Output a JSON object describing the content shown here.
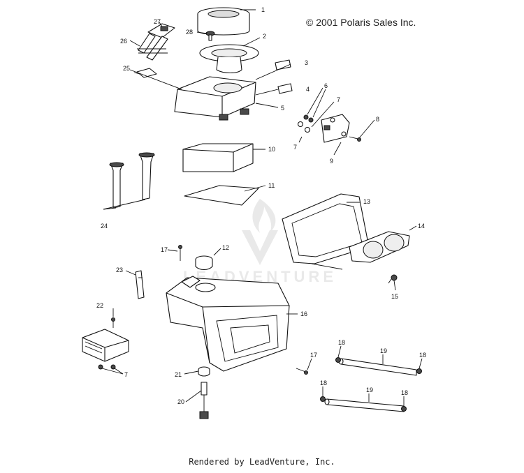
{
  "copyright": "© 2001 Polaris Sales Inc.",
  "footer": "Rendered by LeadVenture, Inc.",
  "watermark": "LEADVENTURE",
  "callouts": {
    "c1": "1",
    "c2": "2",
    "c3": "3",
    "c4": "4",
    "c5": "5",
    "c6": "6",
    "c7a": "7",
    "c7b": "7",
    "c7c": "7",
    "c8": "8",
    "c9": "9",
    "c10": "10",
    "c11": "11",
    "c12": "12",
    "c13": "13",
    "c14": "14",
    "c15": "15",
    "c16": "16",
    "c17a": "17",
    "c17b": "17",
    "c18a": "18",
    "c18b": "18",
    "c18c": "18",
    "c18d": "18",
    "c19a": "19",
    "c19b": "19",
    "c20": "20",
    "c21": "21",
    "c22": "22",
    "c23": "23",
    "c24": "24",
    "c25": "25",
    "c26": "26",
    "c27": "27",
    "c28": "28"
  }
}
